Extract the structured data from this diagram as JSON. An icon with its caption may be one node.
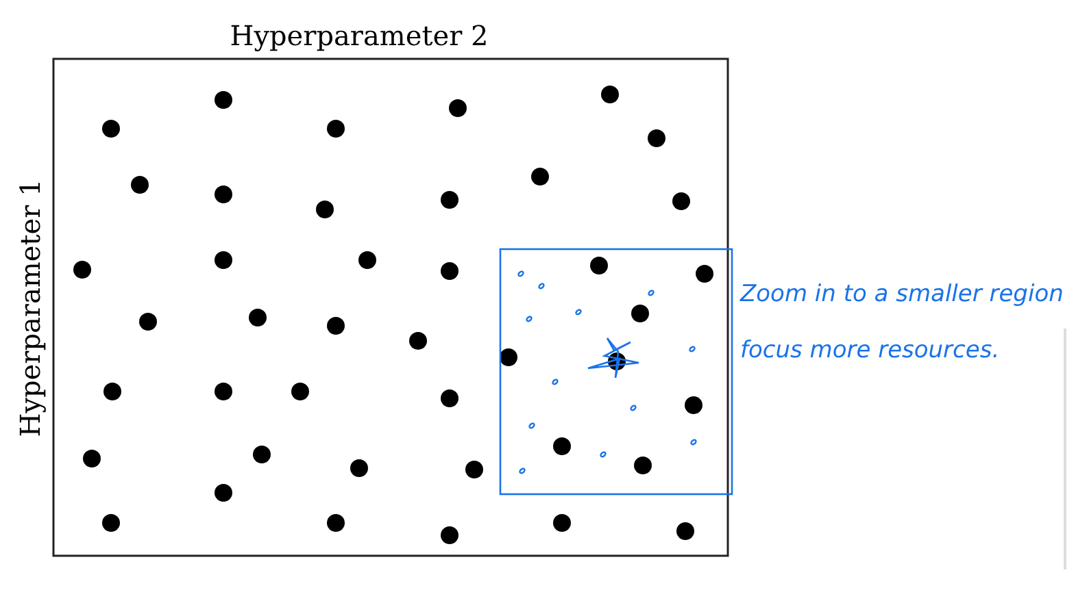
{
  "diagram": {
    "labels": [
      "Hyperparameter 2",
      "Hyperparameter 1",
      "Zoom in to a smaller region",
      "focus more resources."
    ]
  }
}
